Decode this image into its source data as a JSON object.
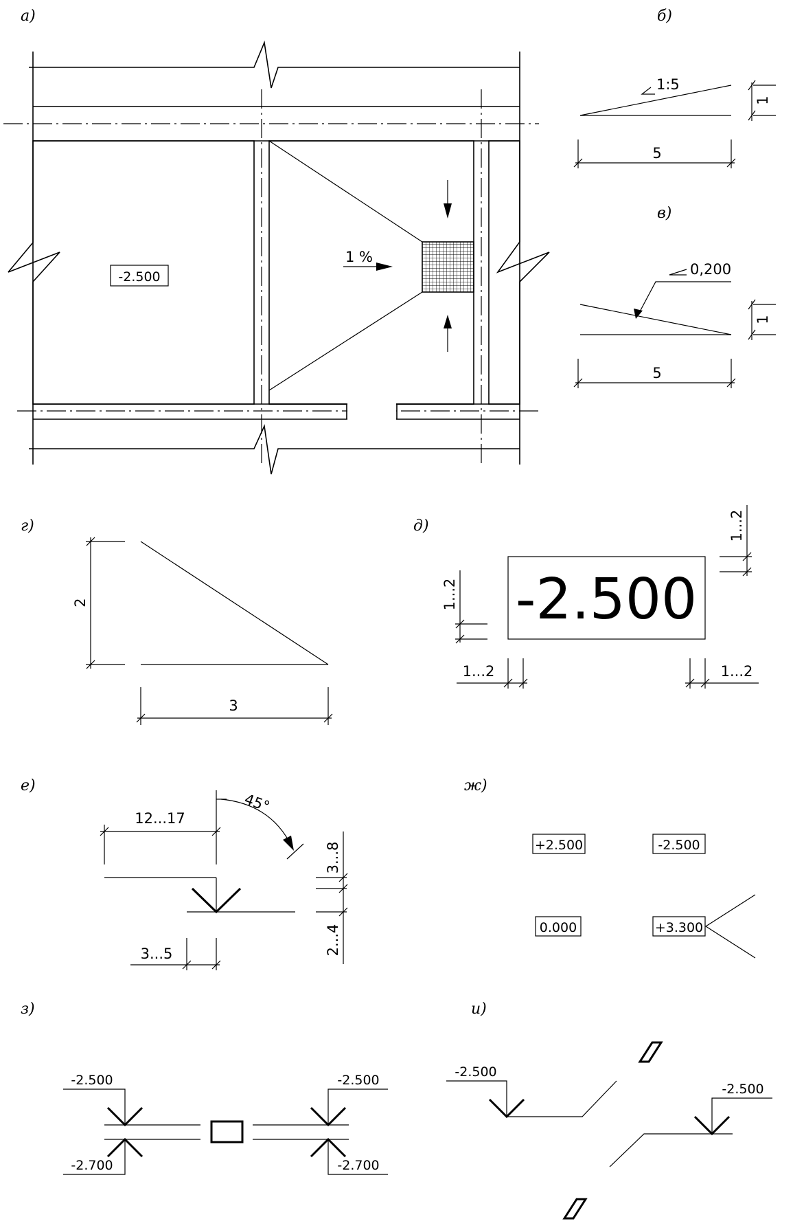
{
  "labels": {
    "a": "а)",
    "b": "б)",
    "v": "в)",
    "g": "г)",
    "d": "д)",
    "e": "е)",
    "zh": "ж)",
    "z": "з)",
    "i": "и)"
  },
  "plan": {
    "mark": "-2.500",
    "slope": "1 %"
  },
  "fig_b": {
    "slope": "1:5",
    "rise": "1",
    "run": "5"
  },
  "fig_v": {
    "slope": "0,200",
    "rise": "1",
    "run": "5"
  },
  "fig_g": {
    "height": "2",
    "width": "3"
  },
  "fig_d": {
    "mark": "-2.500",
    "top_gap": "1...2",
    "left_gap": "1...2",
    "bottom_left_gap": "1...2",
    "bottom_right_gap": "1...2"
  },
  "fig_e": {
    "shelf": "12...17",
    "angle": "45°",
    "upper": "3...8",
    "lower": "2...4",
    "arrow": "3...5"
  },
  "fig_zh": {
    "marks": [
      "+2.500",
      "-2.500",
      "0.000",
      "+3.300"
    ]
  },
  "fig_z": {
    "top_left": "-2.500",
    "bottom_left": "-2.700",
    "top_right": "-2.500",
    "bottom_right": "-2.700"
  },
  "fig_i": {
    "left": "-2.500",
    "right": "-2.500"
  }
}
